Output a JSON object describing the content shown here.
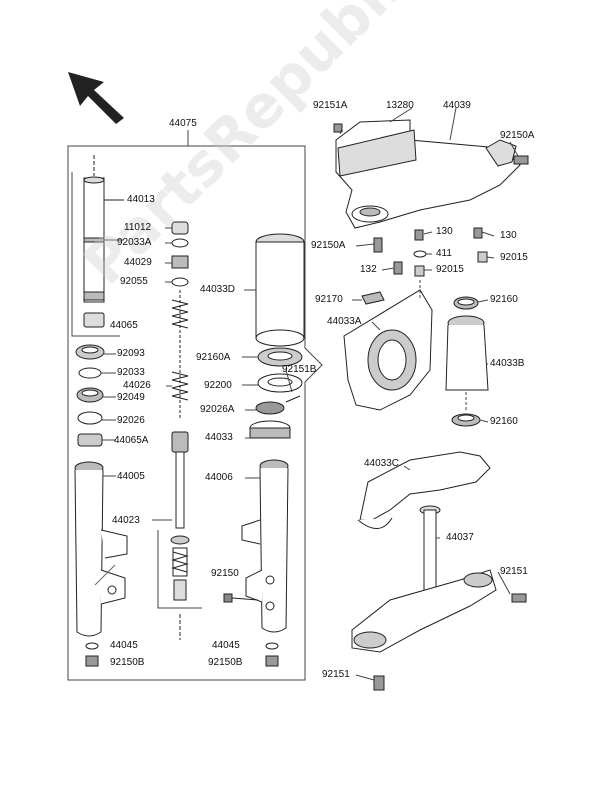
{
  "watermark": "PartsRepublik",
  "labels": {
    "l44075": "44075",
    "l44013": "44013",
    "l11012": "11012",
    "l92033A": "92033A",
    "l44029": "44029",
    "l92055": "92055",
    "l44065": "44065",
    "l92093": "92093",
    "l92033": "92033",
    "l44026": "44026",
    "l92049": "92049",
    "l92026": "92026",
    "l44065A": "44065A",
    "l44005": "44005",
    "l44023": "44023",
    "l44045a": "44045",
    "l92150Ba": "92150B",
    "l44033D": "44033D",
    "l92160A": "92160A",
    "l92151B": "92151B",
    "l92200": "92200",
    "l92026A": "92026A",
    "l44033": "44033",
    "l44006": "44006",
    "l92150": "92150",
    "l44045b": "44045",
    "l92150Bb": "92150B",
    "l92151A": "92151A",
    "l13280": "13280",
    "l44039": "44039",
    "l92150A_top": "92150A",
    "l92150A_left": "92150A",
    "l130a": "130",
    "l130b": "130",
    "l411": "411",
    "l132": "132",
    "l92015a": "92015",
    "l92015b": "92015",
    "l92170": "92170",
    "l92160a": "92160",
    "l44033A": "44033A",
    "l44033B": "44033B",
    "l92160b": "92160",
    "l44033C": "44033C",
    "l44037": "44037",
    "l92151a": "92151",
    "l92151b": "92151"
  },
  "colors": {
    "line": "#222222",
    "fill": "#ffffff",
    "shade": "#cfcfcf",
    "dark": "#555555"
  }
}
